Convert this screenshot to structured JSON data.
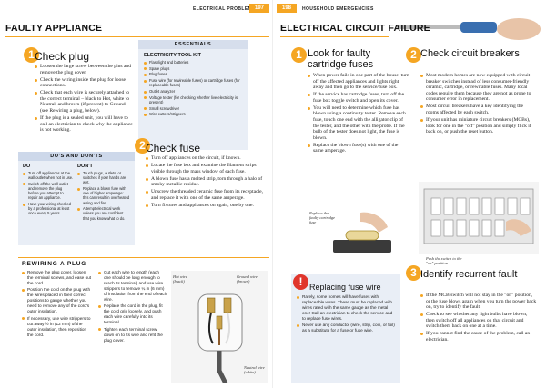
{
  "left_page": {
    "running_head": "ELECTRICAL PROBLEMS",
    "page_number": "197",
    "section_title": "FAULTY APPLIANCE",
    "check_plug": {
      "number": "1",
      "title": "Check plug",
      "bullets": [
        "Loosen the large screw between the pins and remove the plug cover.",
        "Check the wiring inside the plug for loose connections.",
        "Check that each wire is securely attached to the correct terminal – black to Hot, white to Neutral, and brown (if present) to Ground (see Rewiring a plug, below).",
        "If the plug is a sealed unit, you will have to call an electrician to check why the appliance is not working."
      ]
    },
    "essentials": {
      "label": "ESSENTIALS",
      "kit_title": "ELECTRICITY TOOL KIT",
      "items": [
        "Flashlight and batteries",
        "Spare plugs",
        "Plug fuses",
        "Fuse wire (for rewireable fuses) or cartridge fuses (for replaceable fuses)",
        "Outlet analyzer",
        "Voltage tester (for checking whether live electricity is present)",
        "Small screwdriver",
        "Wire cutters/strippers"
      ]
    },
    "check_fuse": {
      "number": "2",
      "title": "Check fuse",
      "bullets": [
        "Turn off appliances on the circuit, if known.",
        "Locate the fuse box and examine the filament strips visible through the mass window of each fuse.",
        "A blown fuse has a melted strip, torn through a halo of smoky metallic residue.",
        "Unscrew the threaded ceramic fuse from its receptacle, and replace it with one of the same amperage.",
        "Turn fixtures and appliances on again, one by one."
      ]
    },
    "dos_donts": {
      "heading": "DO'S AND DON'TS",
      "do_label": "DO",
      "dont_label": "DON'T",
      "do_items": [
        "Turn off appliances at the wall outlet when not in use.",
        "Switch off the wall outlet and remove the plug before you attempt to repair an appliance.",
        "Have your wiring checked by a professional at least once every 5 years."
      ],
      "dont_items": [
        "Touch plugs, outlets, or switches if your hands are wet.",
        "Replace a blown fuse with one of higher amperage: this can result in overheated wiring and fire.",
        "Attempt electrical work unless you are confident that you know what to do."
      ]
    },
    "rewiring": {
      "heading": "REWIRING A PLUG",
      "col1": [
        "Remove the plug cover, loosen the terminal screws, and ease out the cord.",
        "Position the cord on the plug with the wires placed in their correct positions to gauge whether you need to remove any of the cord's outer insulation.",
        "If necessary, use wire strippers to cut away ½ in (12 mm) of the outer insulation, then reposition the cord."
      ],
      "col2": [
        "Cut each wire to length (each one should be long enough to reach its terminal) and use wire strippers to remove ¼ in (6 mm) of insulation from the end of each wire.",
        "Replace the cord in the plug, fit the cord grip loosely, and push each wire carefully into its terminal.",
        "Tighten each terminal screw down on to its wire and refit the plug cover."
      ],
      "labels": {
        "hot": "Hot wire (black)",
        "ground": "Ground wire (brown)",
        "neutral": "Neutral wire (white)"
      }
    }
  },
  "right_page": {
    "running_head": "HOUSEHOLD EMERGENCIES",
    "page_number": "198",
    "section_title": "ELECTRICAL CIRCUIT FAILURE",
    "cartridge": {
      "number": "1",
      "title": "Look for faulty cartridge fuses",
      "bullets": [
        "When power fails in one part of the house, turn off the affected appliances and lights right away and then go to the service/fuse box.",
        "If the service has cartridge fuses, turn off the fuse box toggle switch and open its cover.",
        "You will need to determine which fuse has blown using a continuity tester. Remove each fuse, touch one end with the alligator clip of the tester, and the other with the probe. If the bulb of the tester does not light, the fuse is blown.",
        "Replace the blown fuse(s) with one of the same amperage."
      ],
      "illustration_label": "Replace the faulty cartridge fuse"
    },
    "breakers": {
      "number": "2",
      "title": "Check circuit breakers",
      "bullets": [
        "Most modern homes are now equipped with circuit breaker switches instead of less consumer-friendly ceramic, cartridge, or rewirable fuses. Many local codes require them because they are not as prone to consumer error in replacement.",
        "Most circuit breakers have a key identifying the rooms affected by each switch.",
        "If your unit has miniature circuit breakers (MCBs), look for one in the \"off\" position and simply flick it back on, or push the reset button."
      ],
      "illustration_label": "Push the switch to the \"on\" position"
    },
    "fuse_wire": {
      "icon": "!",
      "title": "Replacing fuse wire",
      "bullets": [
        "Rarely, some homes will have fuses with replaceable wires. These must be replaced with wires rated with the same gauge as the metal one! Call an electrician to check the service and to replace fuse wires.",
        "Never use any conductor (wire, strip, coin, or foil) as a substitute for a fuse or fuse wire."
      ]
    },
    "recurrent": {
      "number": "3",
      "title": "Identify recurrent fault",
      "bullets": [
        "If the MCB switch will not stay in the \"on\" position, or the fuse blows again when you turn the power back on, try to identify the fault.",
        "Check to see whether any light bulbs have blown, then switch off all appliances on that circuit and switch them back on one at a time.",
        "If you cannot find the cause of the problem, call an electrician."
      ]
    }
  },
  "colors": {
    "accent": "#f5a623",
    "box_blue": "#e9eef6",
    "red": "#e0362c"
  }
}
